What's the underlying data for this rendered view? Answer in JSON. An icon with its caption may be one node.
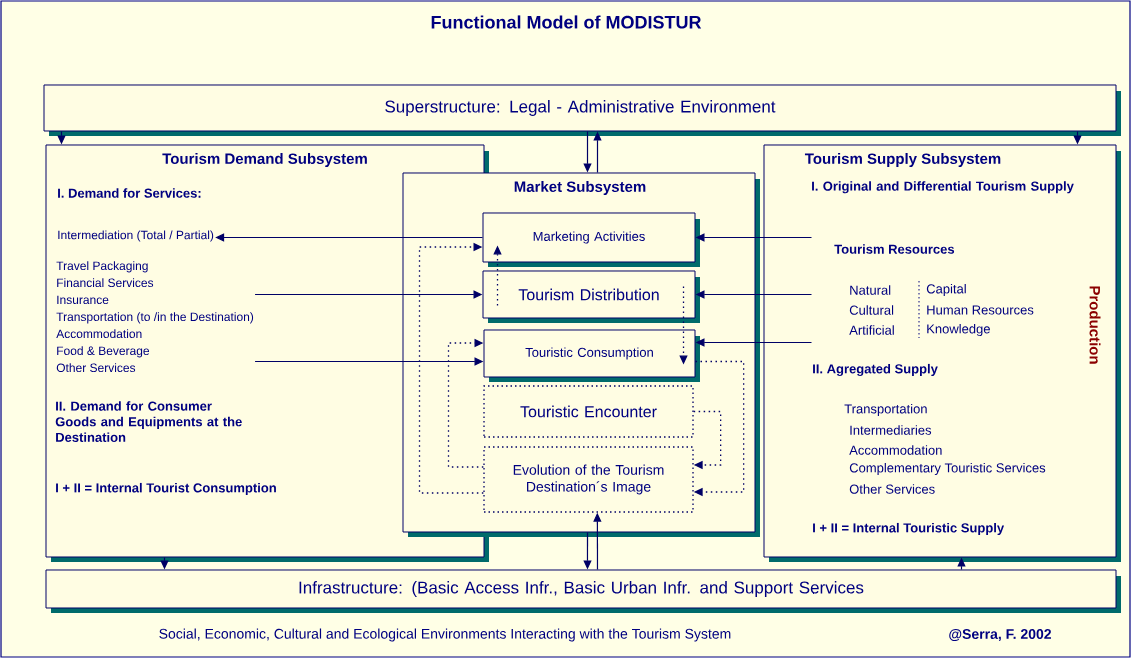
{
  "diagram": {
    "title": "Functional Model of  MODISTUR",
    "caption": "Social, Economic, Cultural and Ecological  Environments Interacting with the Tourism System",
    "nodes": [
      {
        "text": [
          "Superstructure:  Legal - Administrative Environment"
        ]
      },
      {
        "text": [
          "Tourism Demand Subsystem",
          "I. Demand for Services:",
          "II. Demand for Consumer Goods and Equipments at the Destination",
          "I + II = Internal Tourist Consumption"
        ]
      },
      {
        "text": [
          "Intermediation (Total / Partial)"
        ],
        "in": 1
      },
      {
        "text": [
          "Travel Packaging",
          "Financial Services",
          "Insurance",
          "Transportation (to /in the Destination)",
          "Accommodation",
          "Food & Beverage",
          "Other Services"
        ],
        "in": 1
      },
      {
        "text": [
          "Market Subsystem"
        ]
      },
      {
        "text": [
          "Marketing Activities"
        ],
        "in": 4
      },
      {
        "text": [
          "Tourism Distribution"
        ],
        "in": 4
      },
      {
        "text": [
          "Touristic Consumption"
        ],
        "in": 4
      },
      {
        "text": [
          "Touristic Encounter"
        ],
        "in": 4
      },
      {
        "text": [
          "Evolution of the Tourism Destination´s Image"
        ],
        "in": 4
      },
      {
        "text": [
          "Tourism Supply Subsystem",
          "I. Original and Differential Tourism Supply",
          "Tourism Resources",
          "Natural",
          "Capital",
          "Cultural",
          "Human Resources",
          "Artificial",
          "Knowledge",
          "II.  Agregated Supply",
          "Transportation",
          "Intermediaries",
          "Accommodation",
          "Complementary Touristic Services",
          "Other Services",
          "I + II = Internal Touristic Supply",
          "Production"
        ]
      },
      {
        "text": [
          "Infrastructure: (Basic Access Infr., Basic Urban Infr. and Support Services"
        ]
      }
    ],
    "edges": [
      {
        "from": 0,
        "to": 1,
        "arrow": "to"
      },
      {
        "from": 0,
        "to": 10,
        "arrow": "to"
      },
      {
        "from": 0,
        "to": 4,
        "arrow": "to"
      },
      {
        "from": 4,
        "to": 0,
        "arrow": "to"
      },
      {
        "from": 11,
        "to": 9,
        "arrow": "to"
      },
      {
        "from": 4,
        "to": 11,
        "arrow": "to"
      },
      {
        "from": 1,
        "to": 11,
        "arrow": "to"
      },
      {
        "from": 11,
        "to": 10,
        "arrow": "to"
      },
      {
        "from": 5,
        "to": 2,
        "arrow": "to"
      },
      {
        "from": 3,
        "to": 6,
        "arrow": "to"
      },
      {
        "from": 3,
        "to": 7,
        "arrow": "to"
      },
      {
        "from": 10,
        "to": 5,
        "arrow": "to"
      },
      {
        "from": 10,
        "to": 6,
        "arrow": "to"
      },
      {
        "from": 10,
        "to": 7,
        "arrow": "to"
      },
      {
        "from": 6,
        "to": 5,
        "arrow": "to",
        "style": "dashed"
      },
      {
        "from": 6,
        "to": 7,
        "arrow": "to",
        "style": "dashed"
      },
      {
        "from": 9,
        "to": 5,
        "arrow": "to",
        "style": "dashed"
      },
      {
        "from": 9,
        "to": 7,
        "arrow": "to",
        "style": "dashed"
      },
      {
        "from": 8,
        "to": 9,
        "arrow": "to",
        "style": "dashed"
      },
      {
        "from": 7,
        "to": 9,
        "arrow": "to",
        "style": "dashed"
      }
    ],
    "labels": [
      "@Serra, F. 2002"
    ]
  }
}
